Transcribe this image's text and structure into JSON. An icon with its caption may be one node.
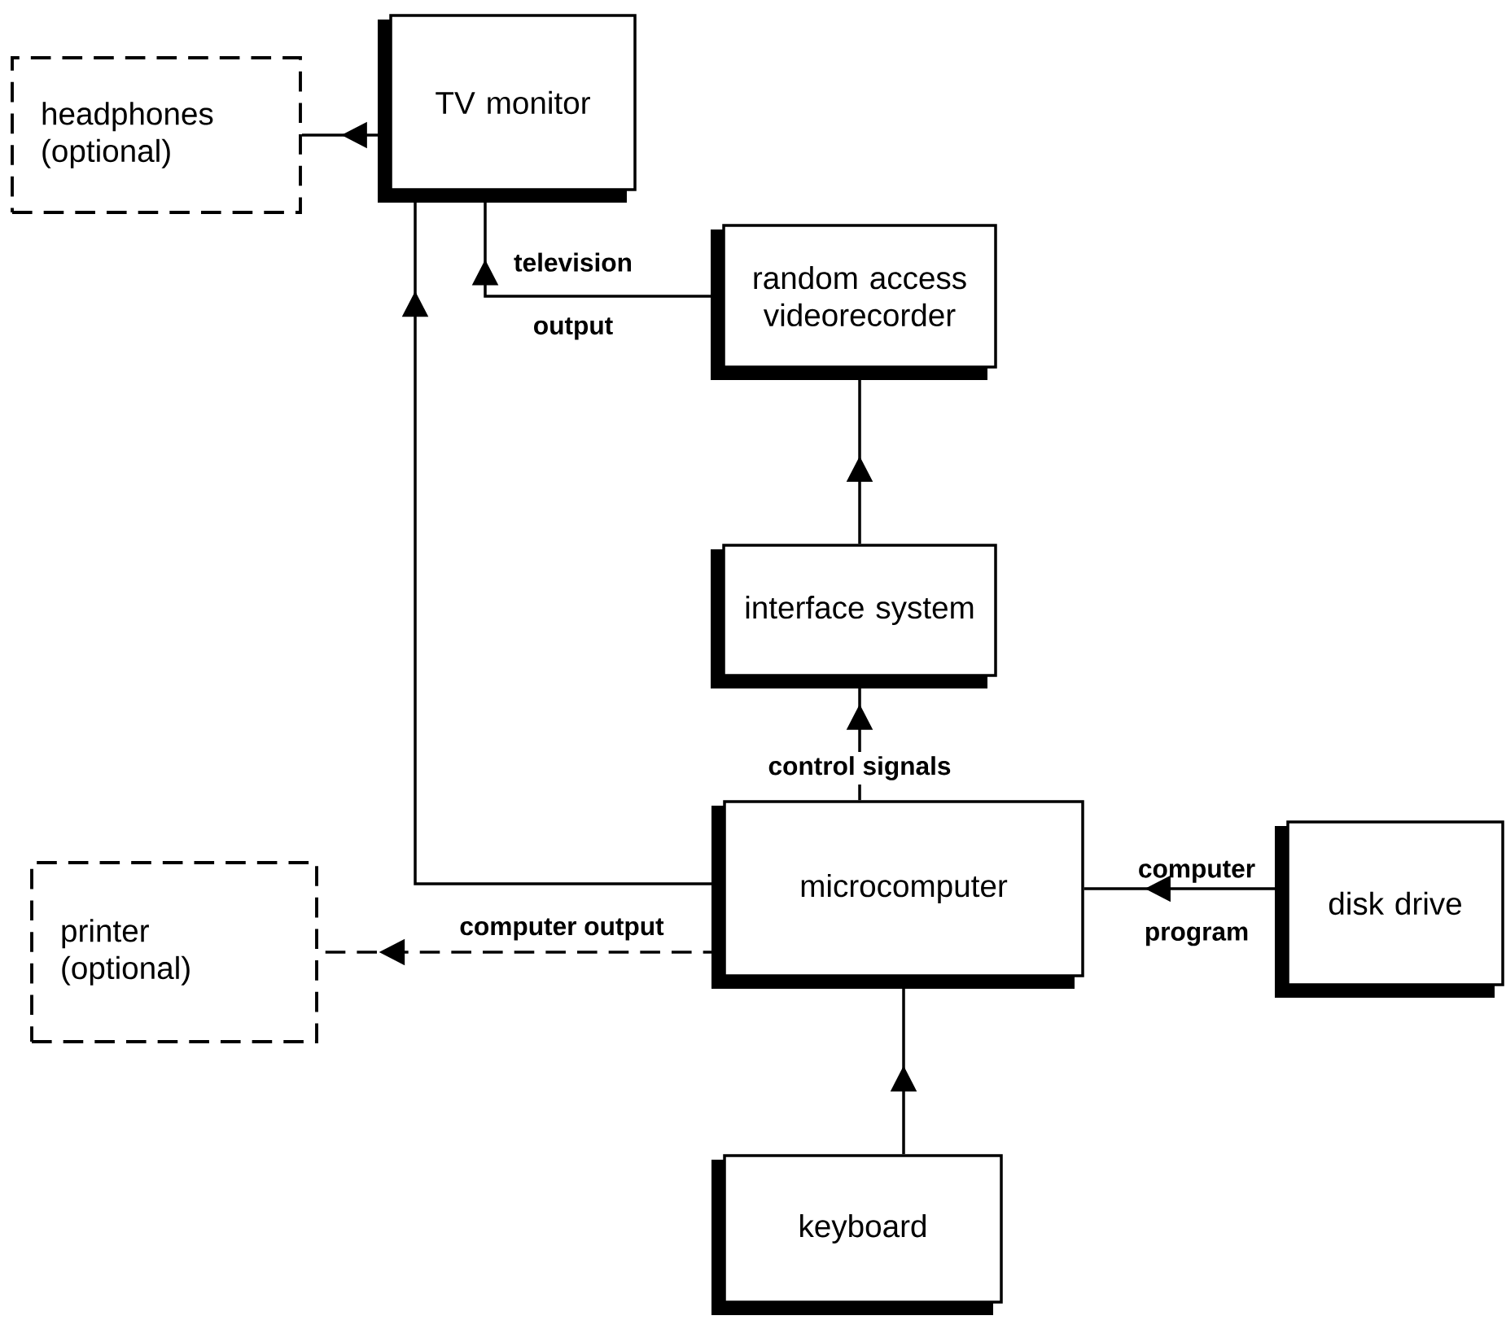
{
  "diagram": {
    "nodes": [
      {
        "text": [
          "headphones (optional)"
        ]
      },
      {
        "text": [
          "TV monitor"
        ]
      },
      {
        "text": [
          "random access videorecorder"
        ]
      },
      {
        "text": [
          "interface system"
        ]
      },
      {
        "text": [
          "microcomputer"
        ]
      },
      {
        "text": [
          "printer (optional)"
        ]
      },
      {
        "text": [
          "disk drive"
        ]
      },
      {
        "text": [
          "keyboard"
        ]
      }
    ],
    "edges": [
      {
        "from": 1,
        "to": 0,
        "arrow": "to"
      },
      {
        "from": 2,
        "to": 1,
        "arrow": "to",
        "label": "television output"
      },
      {
        "from": 4,
        "to": 1,
        "arrow": "to"
      },
      {
        "from": 3,
        "to": 2,
        "arrow": "to"
      },
      {
        "from": 4,
        "to": 3,
        "arrow": "to",
        "label": "control signals"
      },
      {
        "from": 6,
        "to": 4,
        "arrow": "to",
        "label": "computer program"
      },
      {
        "from": 4,
        "to": 5,
        "arrow": "to",
        "label": "computer output",
        "style": "dashed"
      },
      {
        "from": 7,
        "to": 4,
        "arrow": "to"
      }
    ]
  }
}
